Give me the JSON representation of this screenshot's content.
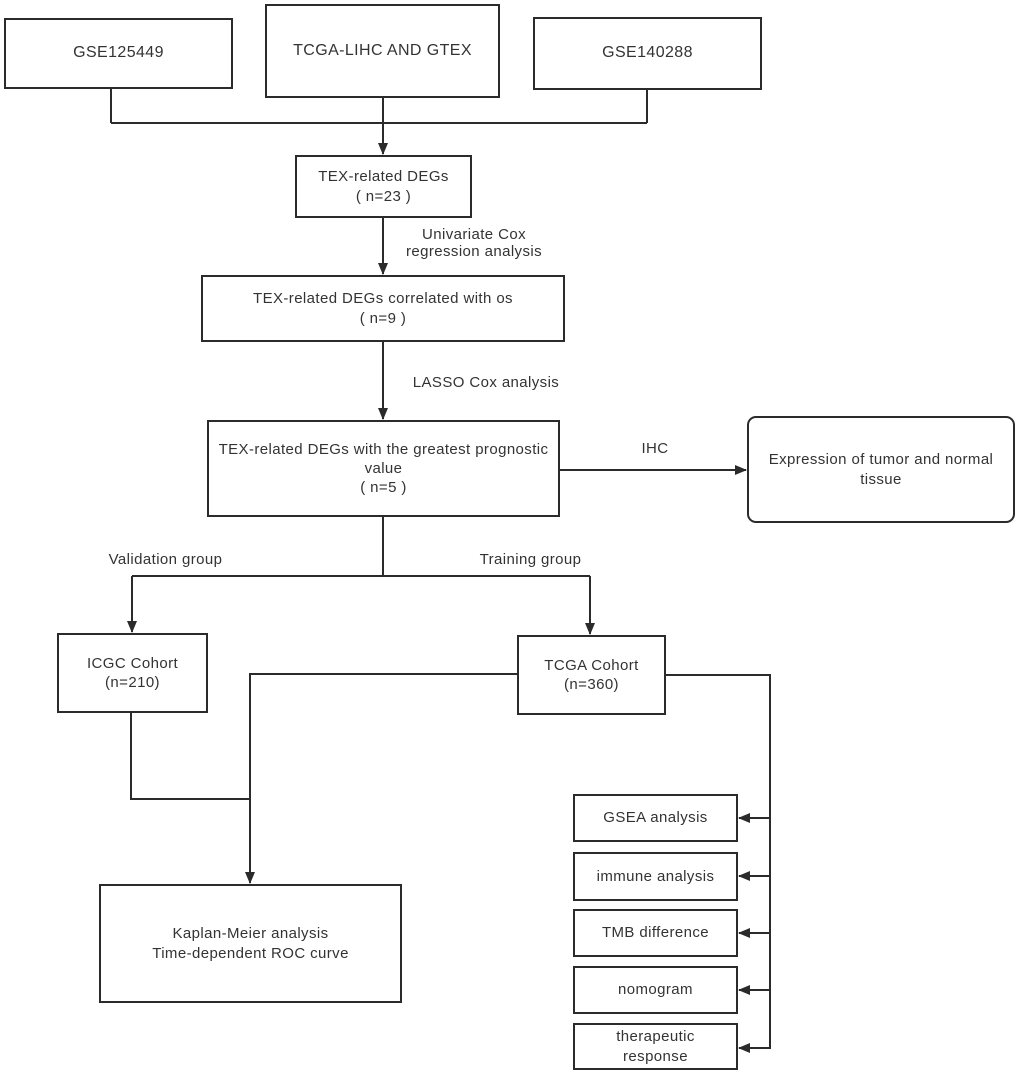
{
  "diagram": {
    "type": "flowchart",
    "colors": {
      "border": "#2b2b2b",
      "line": "#2b2b2b",
      "text": "#333333",
      "background": "#ffffff"
    },
    "nodes": {
      "gse125449": {
        "lines": [
          "GSE125449"
        ]
      },
      "tcga_gtex": {
        "lines": [
          "TCGA-LIHC AND GTEX"
        ]
      },
      "gse140288": {
        "lines": [
          "GSE140288"
        ]
      },
      "tex_degs": {
        "lines": [
          "TEX-related DEGs",
          "( n=23 )"
        ]
      },
      "tex_degs_os": {
        "lines": [
          "TEX-related DEGs correlated with os",
          "( n=9 )"
        ]
      },
      "tex_degs_prognostic": {
        "lines": [
          "TEX-related DEGs with the greatest prognostic",
          "value",
          "( n=5 )"
        ]
      },
      "expression": {
        "lines": [
          "Expression of tumor and normal",
          "tissue"
        ]
      },
      "icgc_cohort": {
        "lines": [
          "ICGC Cohort",
          "(n=210)"
        ]
      },
      "tcga_cohort": {
        "lines": [
          "TCGA Cohort",
          "(n=360)"
        ]
      },
      "kaplan_meier": {
        "lines": [
          "Kaplan-Meier analysis",
          "Time-dependent ROC curve"
        ]
      },
      "gsea": {
        "lines": [
          "GSEA analysis"
        ]
      },
      "immune": {
        "lines": [
          "immune analysis"
        ]
      },
      "tmb": {
        "lines": [
          "TMB difference"
        ]
      },
      "nomogram": {
        "lines": [
          "nomogram"
        ]
      },
      "therapeutic": {
        "lines": [
          "therapeutic",
          "response"
        ]
      }
    },
    "edge_labels": {
      "univariate": {
        "lines": [
          "Univariate Cox",
          "regression analysis"
        ]
      },
      "lasso": "LASSO Cox analysis",
      "ihc": "IHC",
      "validation": "Validation group",
      "training": "Training group"
    }
  }
}
